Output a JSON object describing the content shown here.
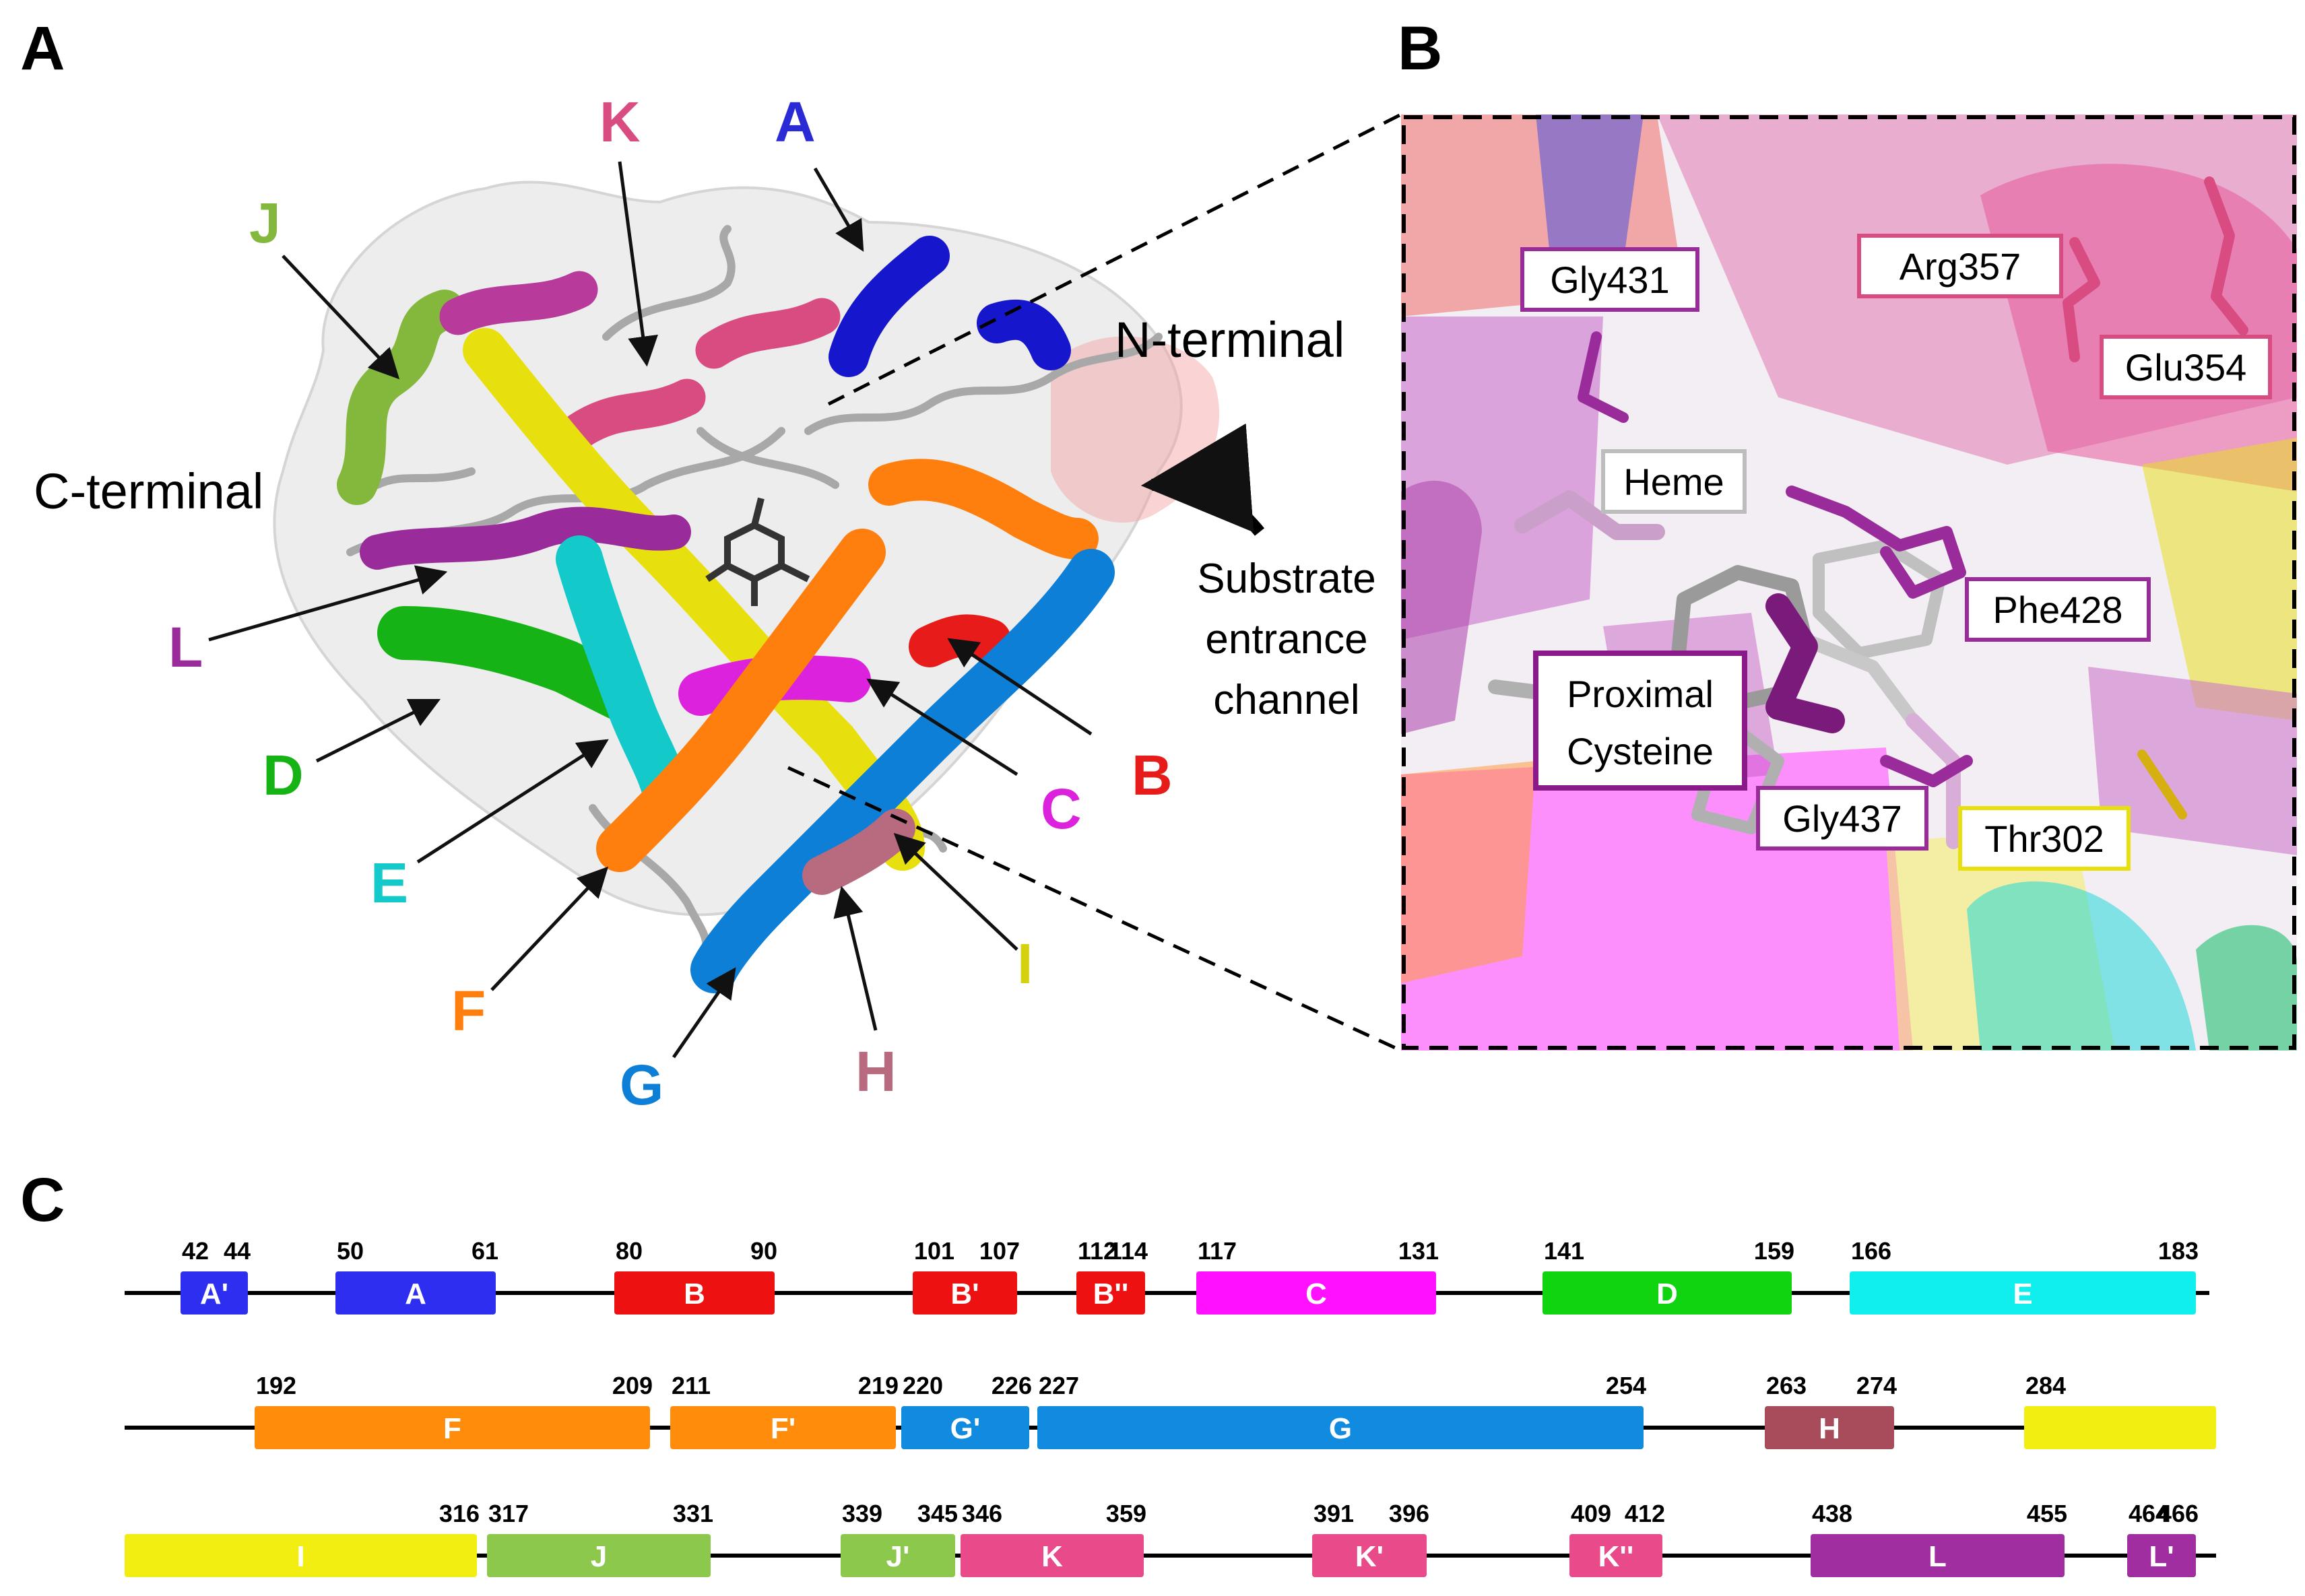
{
  "panels": {
    "a": "A",
    "b": "B",
    "c": "C"
  },
  "colors": {
    "A": "#2b2bd6",
    "B": "#e81b1b",
    "C": "#dd22dd",
    "D": "#16b316",
    "E": "#13c9c9",
    "F": "#ff7f0e",
    "G": "#0e7fd6",
    "H": "#b86a7f",
    "I": "#e8e00e",
    "J": "#84b83d",
    "K": "#d94c82",
    "L": "#9a2b9a"
  },
  "panel_a": {
    "helix_labels": [
      "K",
      "A",
      "J",
      "L",
      "D",
      "E",
      "F",
      "G",
      "H",
      "I",
      "C",
      "B"
    ],
    "n_terminal": "N-terminal",
    "c_terminal": "C-terminal",
    "channel": [
      "Substrate",
      "entrance",
      "channel"
    ]
  },
  "panel_b": {
    "residues": [
      "Gly431",
      "Arg357",
      "Glu354",
      "Heme",
      "Phe428",
      "Proximal",
      "Cysteine",
      "Gly437",
      "Thr302"
    ]
  },
  "panel_c": {
    "rows": [
      [
        {
          "name": "A'",
          "start": "42",
          "end": "44",
          "color": "#2e2ef0"
        },
        {
          "name": "A",
          "start": "50",
          "end": "61",
          "color": "#2e2ef0"
        },
        {
          "name": "B",
          "start": "80",
          "end": "90",
          "color": "#ee1111"
        },
        {
          "name": "B'",
          "start": "101",
          "end": "107",
          "color": "#ee1111"
        },
        {
          "name": "B''",
          "start": "112",
          "end": "114",
          "color": "#ee1111"
        },
        {
          "name": "C",
          "start": "117",
          "end": "131",
          "color": "#ff11ff"
        },
        {
          "name": "D",
          "start": "141",
          "end": "159",
          "color": "#11d411"
        },
        {
          "name": "E",
          "start": "166",
          "end": "183",
          "color": "#11eeee"
        }
      ],
      [
        {
          "name": "F",
          "start": "192",
          "end": "209",
          "color": "#ff8c0a"
        },
        {
          "name": "F'",
          "start": "211",
          "end": "219",
          "color": "#ff8c0a"
        },
        {
          "name": "G'",
          "start": "220",
          "end": "226",
          "color": "#118be0"
        },
        {
          "name": "G",
          "start": "227",
          "end": "254",
          "color": "#118be0"
        },
        {
          "name": "H",
          "start": "263",
          "end": "274",
          "color": "#a84c5c"
        },
        {
          "name": "",
          "start": "284",
          "end": "",
          "color": "#f2ee11"
        }
      ],
      [
        {
          "name": "I",
          "start": "",
          "end": "316",
          "color": "#f2ee11"
        },
        {
          "name": "J",
          "start": "317",
          "end": "331",
          "color": "#8cc84b"
        },
        {
          "name": "J'",
          "start": "339",
          "end": "345",
          "color": "#8cc84b"
        },
        {
          "name": "K",
          "start": "346",
          "end": "359",
          "color": "#e84a8a"
        },
        {
          "name": "K'",
          "start": "391",
          "end": "396",
          "color": "#e84a8a"
        },
        {
          "name": "K''",
          "start": "409",
          "end": "412",
          "color": "#e84a8a"
        },
        {
          "name": "L",
          "start": "438",
          "end": "455",
          "color": "#a02ea0"
        },
        {
          "name": "L'",
          "start": "464",
          "end": "466",
          "color": "#a02ea0"
        }
      ]
    ]
  }
}
